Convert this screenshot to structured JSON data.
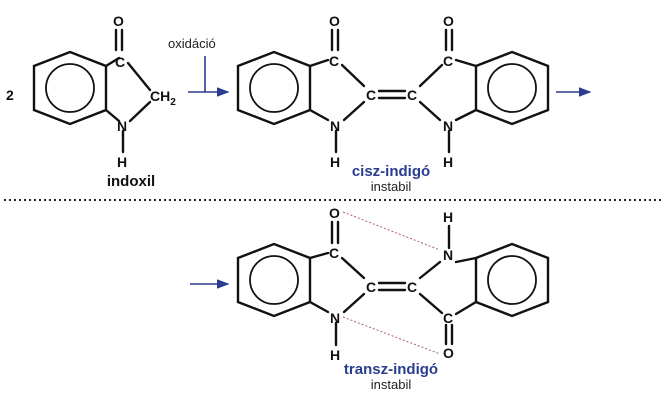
{
  "coefficient": "2",
  "reaction": {
    "label": "oxidáció"
  },
  "atoms": {
    "C": "C",
    "O": "O",
    "N": "N",
    "H": "H",
    "CH": "CH",
    "sub2": "2"
  },
  "molecules": {
    "indoxil": {
      "name": "indoxil"
    },
    "cis": {
      "name": "cisz-indigó",
      "state": "instabil"
    },
    "trans": {
      "name": "transz-indigó",
      "state": "instabil"
    }
  },
  "colors": {
    "arrow": "#2a3d8f",
    "name_highlight": "#2a3d8f",
    "hydrogen_bond": "#b06060"
  }
}
